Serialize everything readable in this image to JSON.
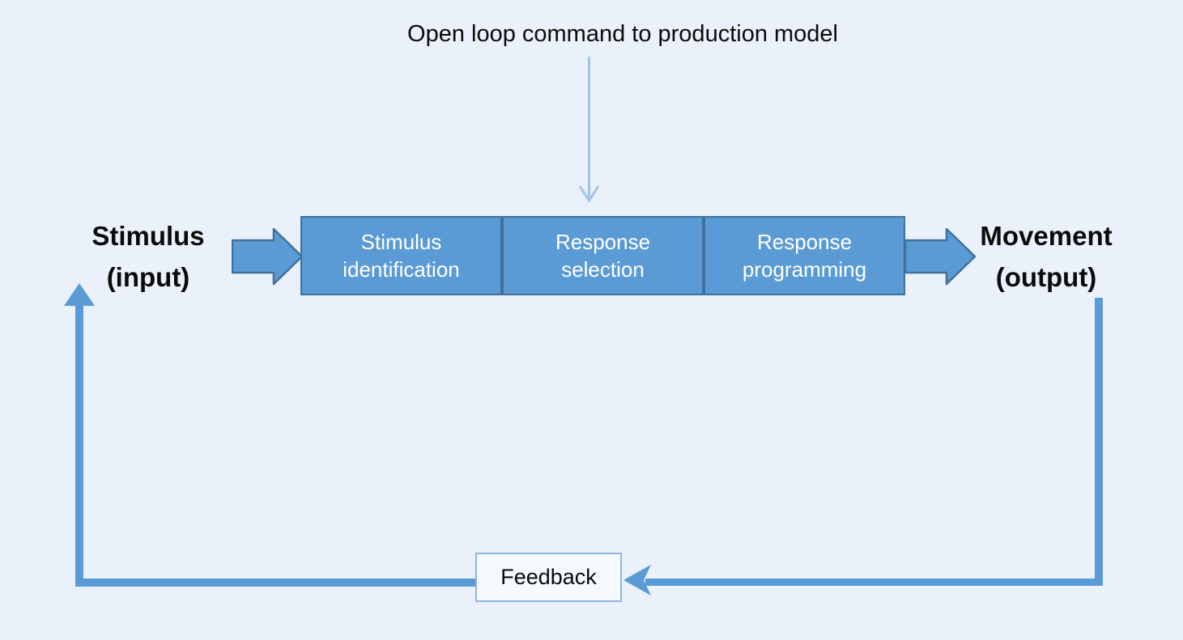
{
  "title": "Open loop command to production model",
  "diagram": {
    "input_label": {
      "line1": "Stimulus",
      "line2": "(input)"
    },
    "output_label": {
      "line1": "Movement",
      "line2": "(output)"
    },
    "stages": [
      {
        "line1": "Stimulus",
        "line2": "identification"
      },
      {
        "line1": "Response",
        "line2": "selection"
      },
      {
        "line1": "Response",
        "line2": "programming"
      }
    ],
    "feedback_label": "Feedback"
  },
  "colors": {
    "background": "#EAF1FA",
    "stage_fill": "#5B9BD5",
    "stage_border": "#41719C",
    "stage_text": "#FFFFFF",
    "loop_line": "#5B9BD5",
    "open_loop_arrow": "#A3C4E8",
    "feedback_box_border": "#8FB4DC",
    "feedback_box_fill": "#F6FAFE",
    "label_text": "#000000"
  }
}
